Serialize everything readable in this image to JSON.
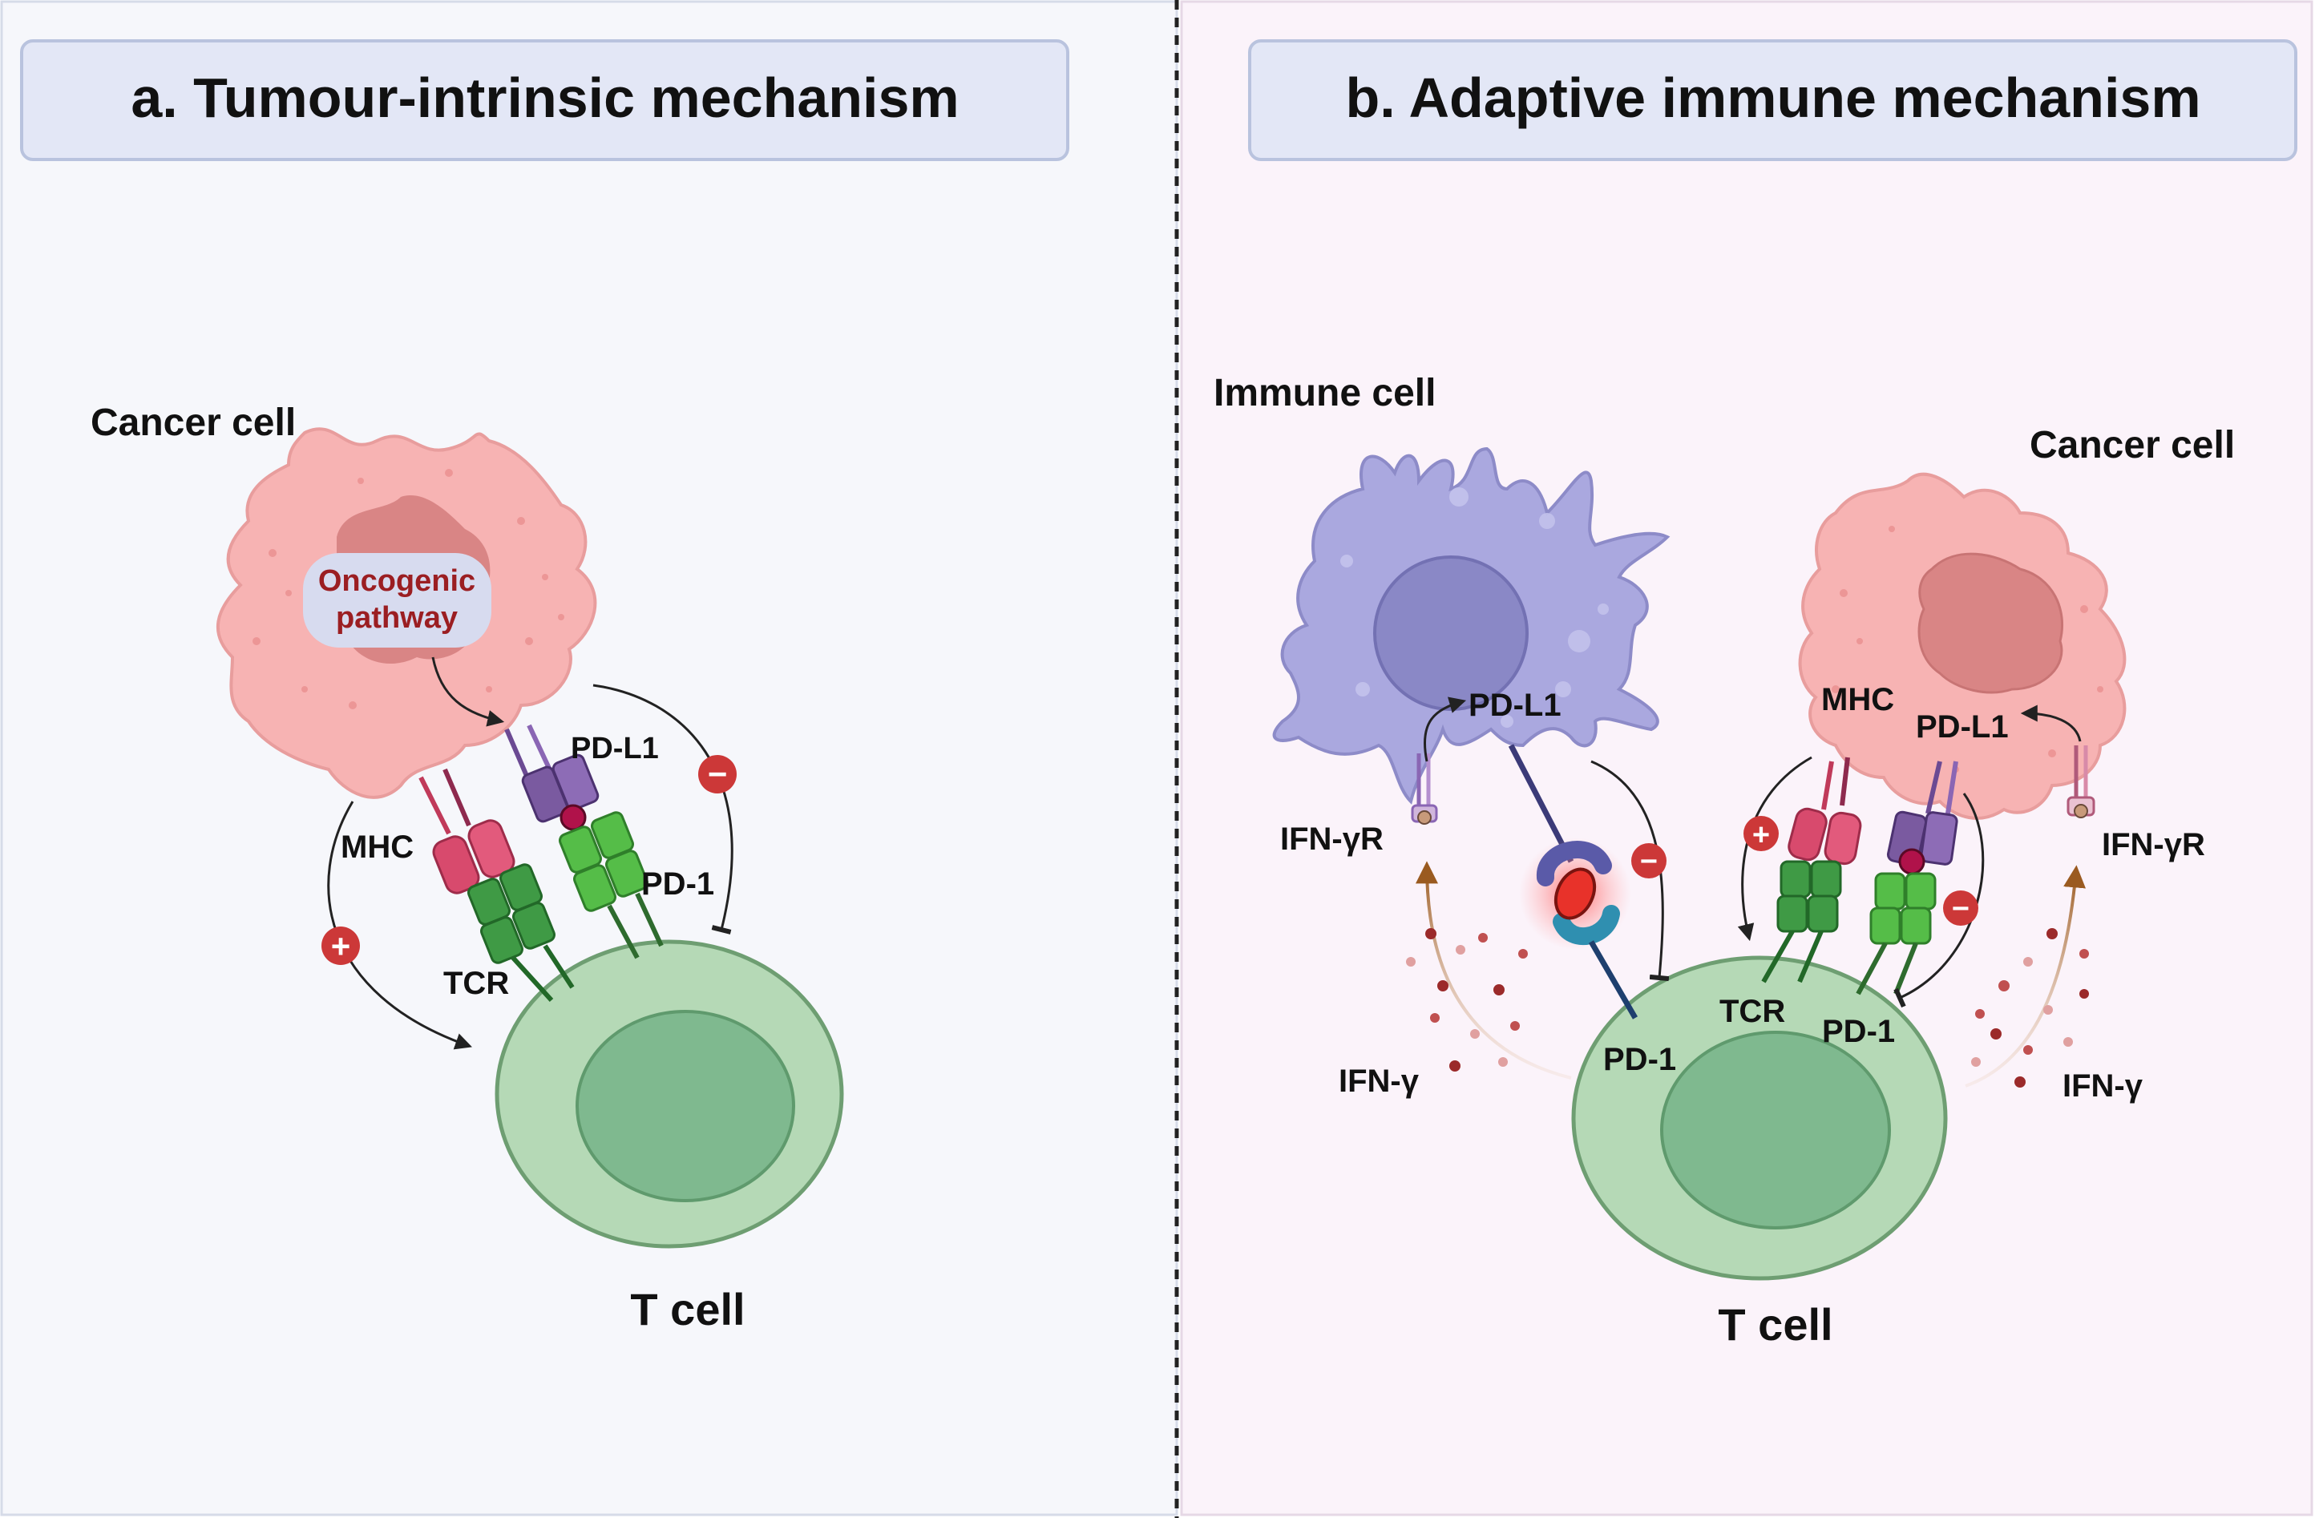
{
  "panel_a": {
    "title": "a. Tumour-intrinsic mechanism",
    "cancer_cell_label": "Cancer cell",
    "pathway_line1": "Oncogenic",
    "pathway_line2": "pathway",
    "pdl1_label": "PD-L1",
    "mhc_label": "MHC",
    "pd1_label": "PD-1",
    "tcr_label": "TCR",
    "tcell_label": "T cell",
    "plus_sign": "+",
    "minus_sign": "−"
  },
  "panel_b": {
    "title": "b. Adaptive immune mechanism",
    "immune_cell_label": "Immune cell",
    "cancer_cell_label": "Cancer cell",
    "immune_pdl1_label": "PD-L1",
    "cancer_pdl1_label": "PD-L1",
    "mhc_label": "MHC",
    "ifngr_left_label": "IFN-γR",
    "ifngr_right_label": "IFN-γR",
    "ifng_left_label": "IFN-γ",
    "ifng_right_label": "IFN-γ",
    "tcr_label": "TCR",
    "pd1_left_label": "PD-1",
    "pd1_right_label": "PD-1",
    "tcell_label": "T cell",
    "plus_sign": "+",
    "minus_sign": "−"
  },
  "colors": {
    "panel_a_bg": "#f6f7fb",
    "panel_b_bg": "#fbf3fa",
    "title_box": "#e3e7f6",
    "cancer_cell": "#f7b3b3",
    "cancer_nucleus": "#d98585",
    "immune_cell": "#aaa8df",
    "immune_nucleus": "#8a88c6",
    "tcell_outer": "#b5d9b6",
    "tcell_inner": "#7fb98f",
    "mhc_pink": "#d84a6d",
    "pdl1_purple": "#7a5aa0",
    "tcr_green": "#3f9a45",
    "pd1_green": "#55bd48",
    "sign_red": "#cc3838",
    "ifng_brown": "#9a5a20"
  }
}
